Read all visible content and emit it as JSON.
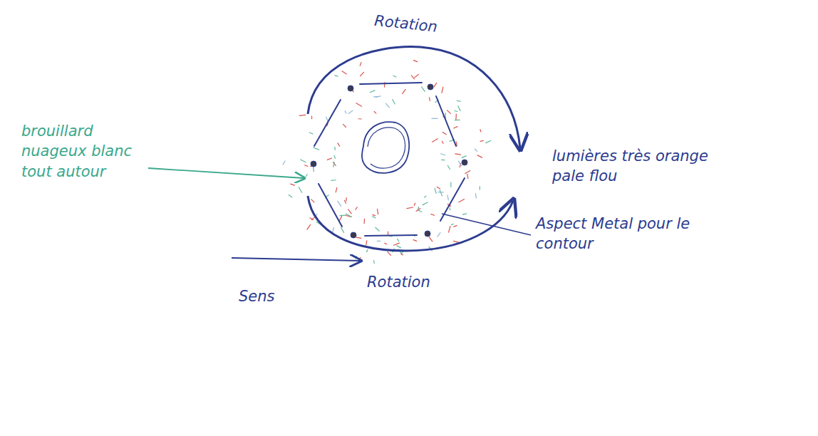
{
  "diagram": {
    "labels": [
      "Rotation",
      "Rotation",
      "brouillard nuageux blanc tout autour",
      "lumières très orange pale flou",
      "Aspect Metal pour le contour",
      "Sens"
    ]
  }
}
